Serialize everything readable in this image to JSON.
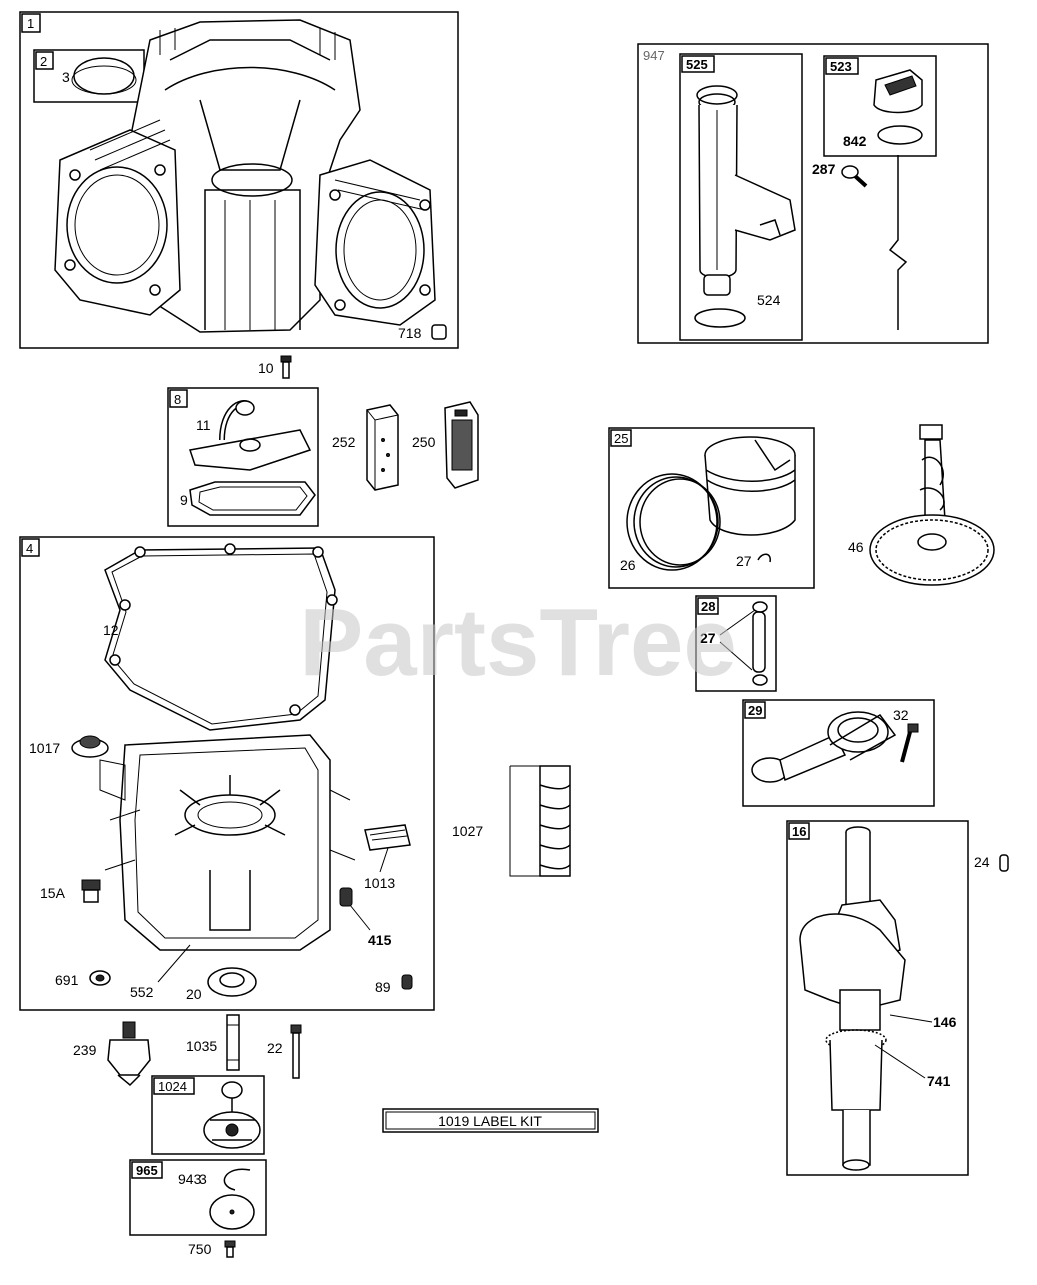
{
  "watermark": "PartsTree",
  "groups": [
    {
      "id": "g1",
      "tag": "1"
    },
    {
      "id": "g2",
      "tag": "2"
    },
    {
      "id": "g8",
      "tag": "8"
    },
    {
      "id": "g4",
      "tag": "4"
    },
    {
      "id": "g1024",
      "tag": "1024"
    },
    {
      "id": "g965",
      "tag": "965"
    },
    {
      "id": "g947",
      "tag": "947"
    },
    {
      "id": "g525",
      "tag": "525"
    },
    {
      "id": "g523",
      "tag": "523"
    },
    {
      "id": "g25",
      "tag": "25"
    },
    {
      "id": "g28",
      "tag": "28"
    },
    {
      "id": "g29",
      "tag": "29"
    },
    {
      "id": "g16",
      "tag": "16"
    }
  ],
  "labels": {
    "p3a": "3",
    "p718": "718",
    "p10": "10",
    "p11": "11",
    "p9": "9",
    "p252": "252",
    "p250": "250",
    "p12": "12",
    "p1017": "1017",
    "p1013": "1013",
    "p15a": "15A",
    "p415": "415",
    "p691": "691",
    "p552": "552",
    "p20": "20",
    "p89": "89",
    "p1027": "1027",
    "p239": "239",
    "p1035": "1035",
    "p22": "22",
    "p943": "943",
    "p3b": "3",
    "p750": "750",
    "p524": "524",
    "p842": "842",
    "p287": "287",
    "p26": "26",
    "p27a": "27",
    "p46": "46",
    "p27b": "27",
    "p32": "32",
    "p24": "24",
    "p146": "146",
    "p741": "741"
  },
  "label_kit": "1019 LABEL KIT"
}
